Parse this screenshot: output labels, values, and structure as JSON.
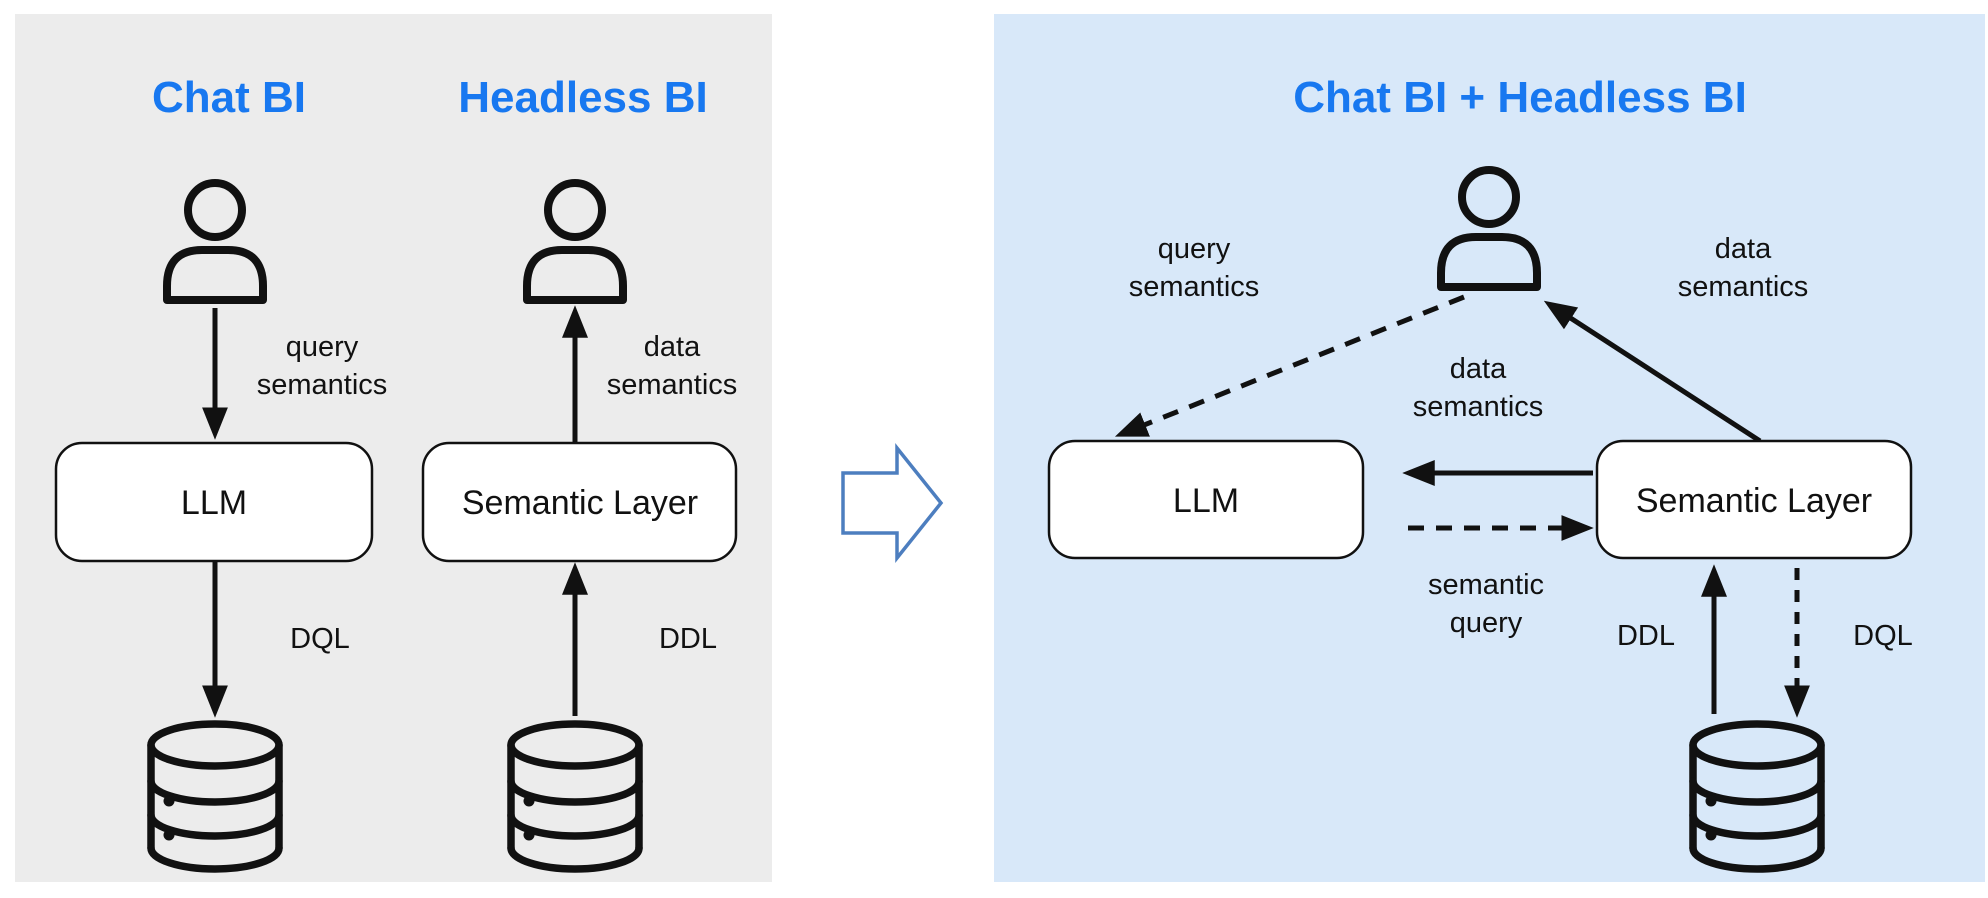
{
  "colors": {
    "title_blue": "#1878f0",
    "left_panel_bg": "#ececec",
    "right_panel_bg": "#d8e8f9",
    "transform_arrow_blue": "#4d7ebf",
    "diagram_black": "#111111"
  },
  "left_panel": {
    "chat_bi": {
      "title": "Chat BI",
      "arrow_label_line1": "query",
      "arrow_label_line2": "semantics",
      "box_label": "LLM",
      "db_arrow_label": "DQL"
    },
    "headless_bi": {
      "title": "Headless BI",
      "arrow_label_line1": "data",
      "arrow_label_line2": "semantics",
      "box_label": "Semantic Layer",
      "db_arrow_label": "DDL"
    }
  },
  "right_panel": {
    "title": "Chat BI + Headless BI",
    "llm_box_label": "LLM",
    "semantic_layer_box_label": "Semantic Layer",
    "query_semantics": {
      "line1": "query",
      "line2": "semantics"
    },
    "data_semantics_top": {
      "line1": "data",
      "line2": "semantics"
    },
    "data_semantics_mid": {
      "line1": "data",
      "line2": "semantics"
    },
    "semantic_query": {
      "line1": "semantic",
      "line2": "query"
    },
    "ddl_label": "DDL",
    "dql_label": "DQL"
  }
}
